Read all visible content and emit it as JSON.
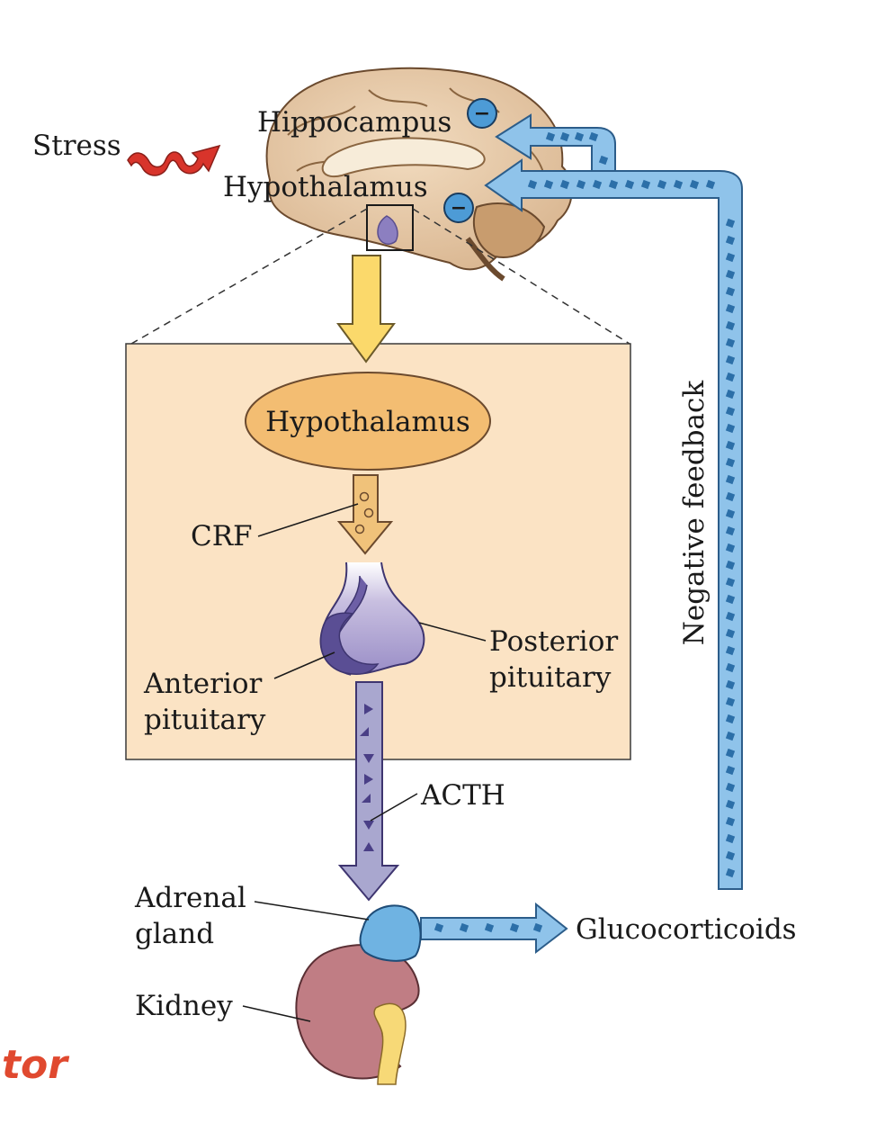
{
  "labels": {
    "stress": "Stress",
    "hippocampus": "Hippocampus",
    "hypothalamus_brain": "Hypothalamus",
    "hypothalamus_box": "Hypothalamus",
    "crf": "CRF",
    "posterior_line1": "Posterior",
    "posterior_line2": "pituitary",
    "anterior_line1": "Anterior",
    "anterior_line2": "pituitary",
    "acth": "ACTH",
    "adrenal_line1": "Adrenal",
    "adrenal_line2": "gland",
    "kidney": "Kidney",
    "glucocorticoids": "Glucocorticoids",
    "negative_feedback": "Negative feedback",
    "watermark": "tor"
  },
  "symbols": {
    "inhibit_hippocampus": "−",
    "inhibit_hypothalamus": "−"
  },
  "colors": {
    "box_fill": "#fbe3c4",
    "hypothalamus_fill": "#f3bd72",
    "yellow_arrow": "#fbd96b",
    "crf_arrow": "#f0c27a",
    "acth_arrow": "#a9a7cf",
    "feedback_blue": "#8fc3ea",
    "pituitary": "#6d5fa6",
    "adrenal": "#6fb3e2",
    "kidney": "#c07d84",
    "stress_red": "#d8342b"
  }
}
